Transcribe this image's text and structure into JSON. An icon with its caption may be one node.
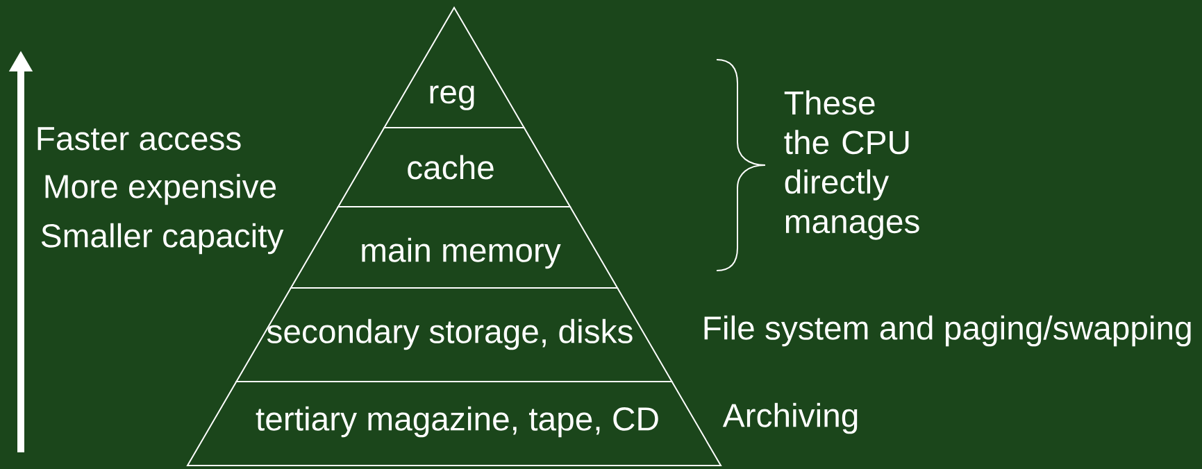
{
  "diagram": {
    "nodes": [
      {
        "text": [
          "reg"
        ]
      },
      {
        "text": [
          "cache"
        ]
      },
      {
        "text": [
          "main memory"
        ]
      },
      {
        "text": [
          "secondary storage, disks"
        ],
        "beside": [
          "File system and paging/swapping"
        ]
      },
      {
        "text": [
          "tertiary magazine, tape, CD"
        ],
        "beside": [
          "Archiving"
        ]
      }
    ],
    "labels": [
      "Faster access",
      "More expensive",
      "Smaller capacity",
      "These the CPU directly manages"
    ]
  }
}
